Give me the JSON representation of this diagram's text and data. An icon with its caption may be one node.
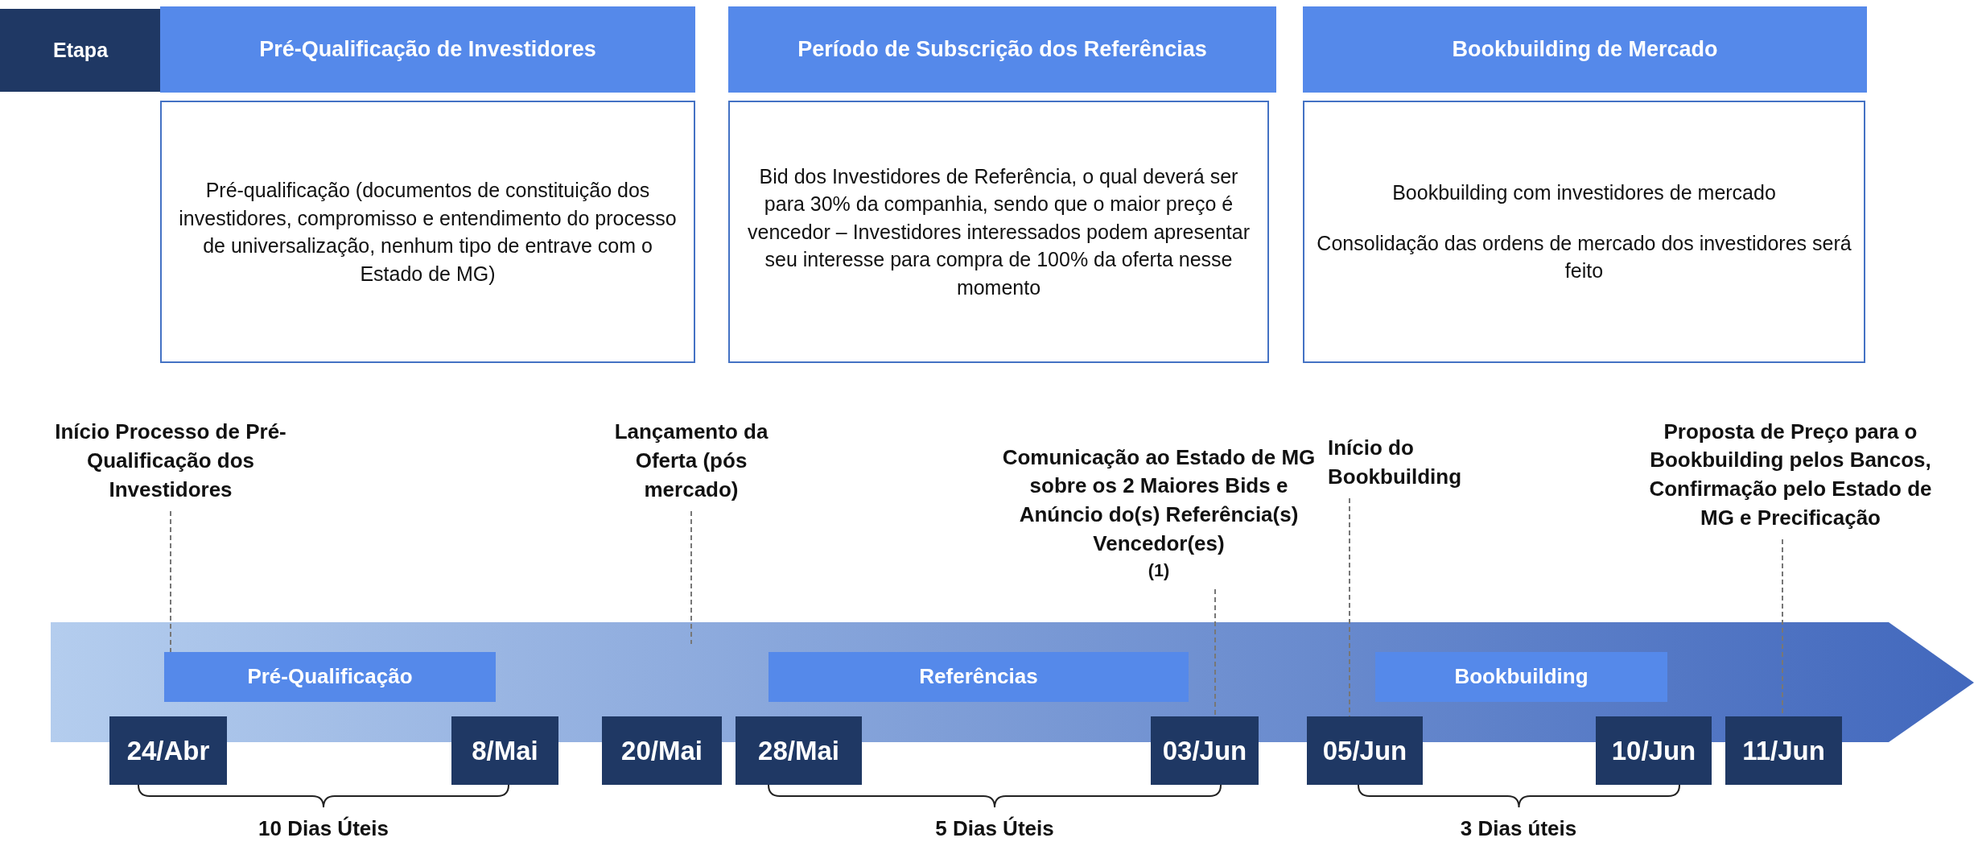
{
  "diagram": {
    "nodes": [
      {
        "text": [
          "Etapa"
        ]
      },
      {
        "text": [
          "Pré-Qualificação de Investidores"
        ]
      },
      {
        "text": [
          "Período de Subscrição dos Referências"
        ]
      },
      {
        "text": [
          "Bookbuilding de Mercado"
        ]
      },
      {
        "text": [
          "Pré-qualificação (documentos de constituição dos investidores, compromisso e entendimento do processo de universalização, nenhum tipo de entrave com o Estado de MG)"
        ]
      },
      {
        "text": [
          "Bid dos Investidores de Referência, o qual deverá ser para 30% da companhia, sendo que o maior preço é vencedor – Investidores interessados podem apresentar seu interesse para compra de 100% da oferta nesse momento"
        ]
      },
      {
        "text": [
          "Bookbuilding com investidores de mercado",
          "Consolidação das ordens de mercado dos investidores será feito"
        ]
      },
      {
        "text": [
          "Início Processo de Pré-Qualificação dos Investidores"
        ]
      },
      {
        "text": [
          "Lançamento da Oferta (pós mercado)"
        ]
      },
      {
        "text": [
          "Comunicação ao Estado de MG sobre os 2 Maiores Bids e Anúncio do(s) Referência(s) Vencedor(es)$^{(1)}$"
        ]
      },
      {
        "text": [
          "Início do Bookbuilding"
        ]
      },
      {
        "text": [
          "Proposta de Preço para o Bookbuilding pelos Bancos, Confirmação pelo Estado de MG e Precificação"
        ]
      },
      {
        "text": [
          "Pré-Qualificação"
        ]
      },
      {
        "text": [
          "Referências"
        ]
      },
      {
        "text": [
          "Bookbuilding"
        ]
      },
      {
        "text": [
          "24/Abr"
        ]
      },
      {
        "text": [
          "8/Mai"
        ]
      },
      {
        "text": [
          "20/Mai"
        ]
      },
      {
        "text": [
          "28/Mai"
        ]
      },
      {
        "text": [
          "03/Jun"
        ]
      },
      {
        "text": [
          "05/Jun"
        ]
      },
      {
        "text": [
          "10/Jun"
        ]
      },
      {
        "text": [
          "11/Jun"
        ]
      }
    ],
    "edges": [
      {
        "from": 7,
        "to": 12,
        "arrow": "none",
        "style": "dashed"
      },
      {
        "from": 8,
        "to": null,
        "arrow": "none",
        "style": "dashed"
      },
      {
        "from": 9,
        "to": 19,
        "arrow": "none",
        "style": "dashed"
      },
      {
        "from": 10,
        "to": 20,
        "arrow": "none",
        "style": "dashed"
      },
      {
        "from": 11,
        "to": 22,
        "arrow": "none",
        "style": "dashed"
      }
    ],
    "labels": [
      "10 Dias Úteis",
      "5 Dias Úteis",
      "3 Dias úteis"
    ]
  }
}
